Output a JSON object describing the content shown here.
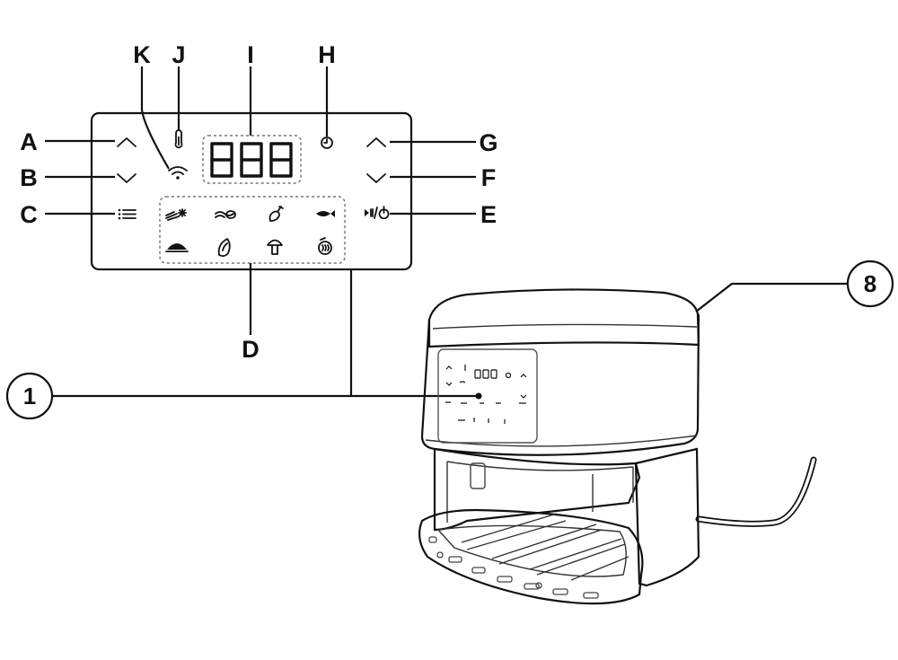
{
  "callouts": {
    "A": "A",
    "B": "B",
    "C": "C",
    "D": "D",
    "E": "E",
    "F": "F",
    "G": "G",
    "H": "H",
    "I": "I",
    "J": "J",
    "K": "K"
  },
  "display": {
    "digits": [
      "8",
      "8",
      "8"
    ]
  },
  "markers": {
    "control_panel": "1",
    "air_inlet": "8"
  },
  "icons": {
    "left_column": [
      "chevron-up-icon",
      "chevron-down-icon",
      "menu-list-icon"
    ],
    "right_column": [
      "chevron-up-icon",
      "chevron-down-icon",
      "start-pause-power-icon"
    ],
    "top": [
      "thermometer-icon",
      "wifi-icon",
      "clock-icon"
    ],
    "presets": [
      "frozen-fries-icon",
      "meat-icon",
      "drumstick-icon",
      "fish-icon",
      "pie-icon",
      "vegetable-icon",
      "mushroom-icon",
      "keep-warm-icon"
    ]
  }
}
